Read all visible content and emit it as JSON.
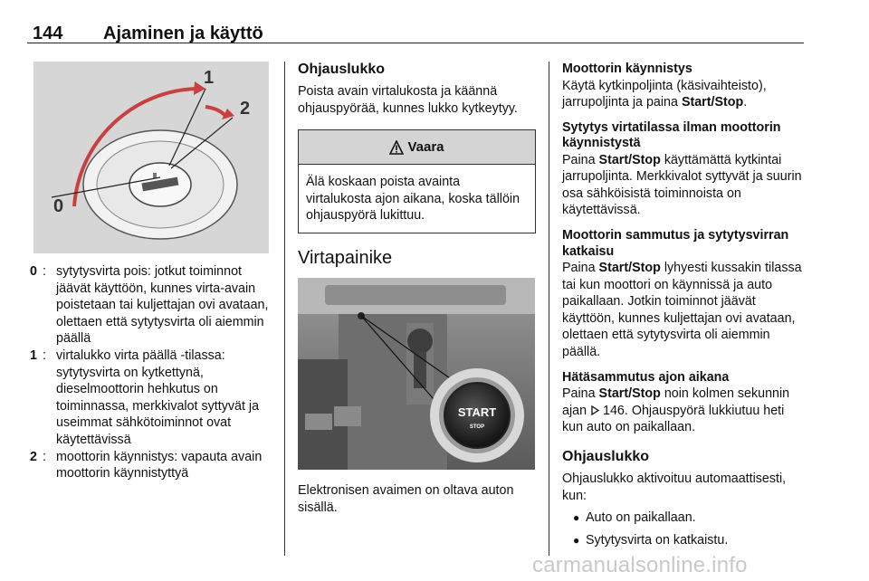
{
  "header": {
    "page_number": "144",
    "title": "Ajaminen ja käyttö"
  },
  "figure_lock": {
    "labels": [
      "0",
      "1",
      "2"
    ]
  },
  "legend": [
    {
      "key": "0",
      "text": "sytytysvirta pois: jotkut toiminnot jäävät käyttöön, kunnes virta-avain poistetaan tai kuljettajan ovi avataan, olettaen että sytytysvirta oli aiemmin päällä"
    },
    {
      "key": "1",
      "text": "virtalukko virta päällä -tilassa: sytytysvirta on kytkettynä, dieselmoottorin hehkutus on toiminnassa, merkkivalot syttyvät ja useimmat sähkötoiminnot ovat käytettävissä"
    },
    {
      "key": "2",
      "text": "moottorin käynnistys: vapauta avain moottorin käynnistyttyä"
    }
  ],
  "col2": {
    "heading": "Ohjauslukko",
    "intro": "Poista avain virtalukosta ja käännä ohjauspyörää, kunnes lukko kytkeytyy.",
    "warning": {
      "title": "Vaara",
      "text": "Älä koskaan poista avainta virtalukosta ajon aikana, koska tällöin ohjauspyörä lukittuu."
    },
    "section_title": "Virtapainike",
    "figure_start": {
      "button_main": "START",
      "button_sub": "STOP"
    },
    "caption": "Elektronisen avaimen on oltava auton sisällä."
  },
  "col3": {
    "block1": {
      "heading": "Moottorin käynnistys",
      "text_a": "Käytä kytkinpoljinta (käsivaihteisto), jarrupoljinta ja paina ",
      "bold": "Start/Stop",
      "text_b": "."
    },
    "block2": {
      "heading": "Sytytys virtatilassa ilman moottorin käynnistystä",
      "text_a": "Paina ",
      "bold": "Start/Stop",
      "text_b": " käyttämättä kytkintai jarrupoljinta. Merkkivalot syttyvät ja suurin osa sähköisistä toiminnoista on käytettävissä."
    },
    "block3": {
      "heading": "Moottorin sammutus ja sytytysvirran katkaisu",
      "text_a": "Paina ",
      "bold": "Start/Stop",
      "text_b": " lyhyesti kussakin tilassa tai kun moottori on käynnissä ja auto paikallaan. Jotkin toiminnot jäävät käyttöön, kunnes kuljettajan ovi avataan, olettaen että sytytysvirta oli aiemmin päällä."
    },
    "block4": {
      "heading": "Hätäsammutus ajon aikana",
      "text_a": "Paina ",
      "bold": "Start/Stop",
      "text_b": " noin kolmen sekunnin ajan ",
      "ref_icon": "arrow-reference-icon",
      "ref": "146",
      "text_c": ". Ohjauspyörä lukkiutuu heti kun auto on paikallaan."
    },
    "section_title": "Ohjauslukko",
    "lock_intro": "Ohjauslukko aktivoituu automaattisesti, kun:",
    "bullets": [
      "Auto on paikallaan.",
      "Sytytysvirta on katkaistu."
    ]
  },
  "watermark": "carmanualsonline.info",
  "colors": {
    "figure_bg": "#d6d6d6",
    "warning_header": "#d4d4d4",
    "text": "#111111",
    "watermark": "#c9c9c9"
  }
}
